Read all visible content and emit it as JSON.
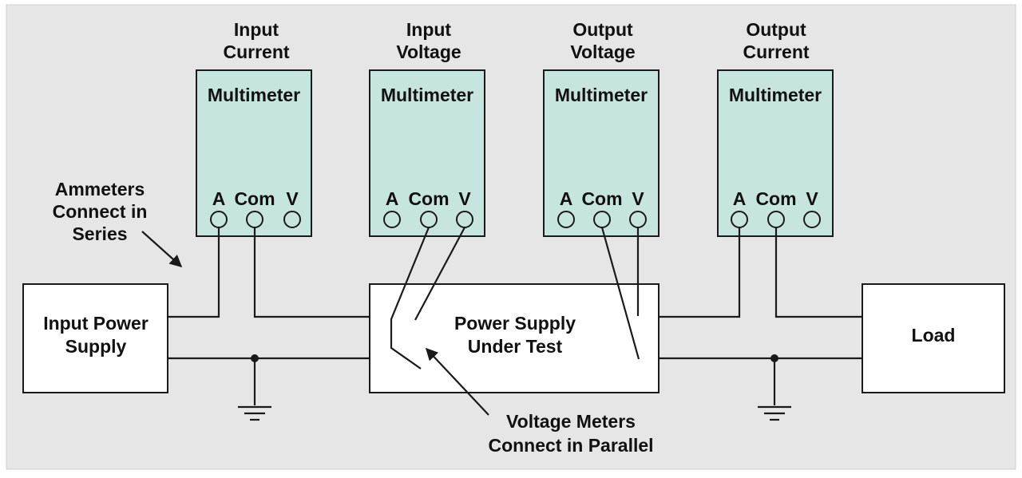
{
  "colors": {
    "background": "#e6e6e6",
    "meter_fill": "#c7e5df",
    "box_fill": "#ffffff",
    "line": "#1a1a1a"
  },
  "meters": [
    {
      "label_line1": "Input",
      "label_line2": "Current",
      "title": "Multimeter",
      "terminals": [
        "A",
        "Com",
        "V"
      ]
    },
    {
      "label_line1": "Input",
      "label_line2": "Voltage",
      "title": "Multimeter",
      "terminals": [
        "A",
        "Com",
        "V"
      ]
    },
    {
      "label_line1": "Output",
      "label_line2": "Voltage",
      "title": "Multimeter",
      "terminals": [
        "A",
        "Com",
        "V"
      ]
    },
    {
      "label_line1": "Output",
      "label_line2": "Current",
      "title": "Multimeter",
      "terminals": [
        "A",
        "Com",
        "V"
      ]
    }
  ],
  "boxes": {
    "input_power_supply": {
      "line1": "Input Power",
      "line2": "Supply"
    },
    "power_supply_under_test": {
      "line1": "Power Supply",
      "line2": "Under Test"
    },
    "load": {
      "line1": "Load"
    }
  },
  "annotations": {
    "ammeters": {
      "line1": "Ammeters",
      "line2": "Connect in",
      "line3": "Series"
    },
    "voltage_meters": {
      "line1": "Voltage Meters",
      "line2": "Connect in Parallel"
    }
  },
  "icons": [
    "ground-icon",
    "arrow-icon",
    "junction-dot"
  ]
}
